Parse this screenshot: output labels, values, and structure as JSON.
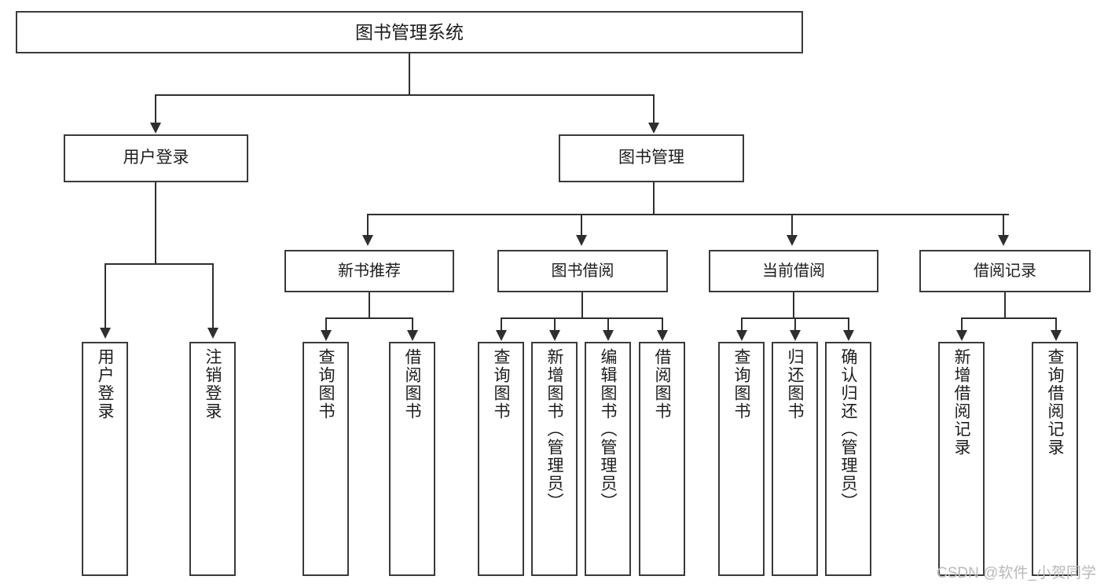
{
  "diagram": {
    "type": "tree-hierarchy-diagram",
    "root": {
      "label": "图书管理系统"
    },
    "level2": [
      {
        "label": "用户登录"
      },
      {
        "label": "图书管理"
      }
    ],
    "level3": [
      {
        "label": "新书推荐"
      },
      {
        "label": "图书借阅"
      },
      {
        "label": "当前借阅"
      },
      {
        "label": "借阅记录"
      }
    ],
    "leaves": {
      "user_login": [
        {
          "label": "用户登录"
        },
        {
          "label": "注销登录"
        }
      ],
      "new_book_recommend": [
        {
          "label": "查询图书"
        },
        {
          "label": "借阅图书"
        }
      ],
      "book_borrow": [
        {
          "label": "查询图书"
        },
        {
          "label": "新增图书（管理员）"
        },
        {
          "label": "编辑图书（管理员）"
        },
        {
          "label": "借阅图书"
        }
      ],
      "current_borrow": [
        {
          "label": "查询图书"
        },
        {
          "label": "归还图书"
        },
        {
          "label": "确认归还（管理员）"
        }
      ],
      "borrow_records": [
        {
          "label": "新增借阅记录"
        },
        {
          "label": "查询借阅记录"
        }
      ]
    }
  },
  "watermark": {
    "text": "CSDN @软件_小贺同学"
  },
  "colors": {
    "background": "#ffffff",
    "box_border": "#3a3a3a",
    "connector": "#2f2f2f",
    "text": "#1d1d1d",
    "watermark": "#b9b9b9"
  }
}
